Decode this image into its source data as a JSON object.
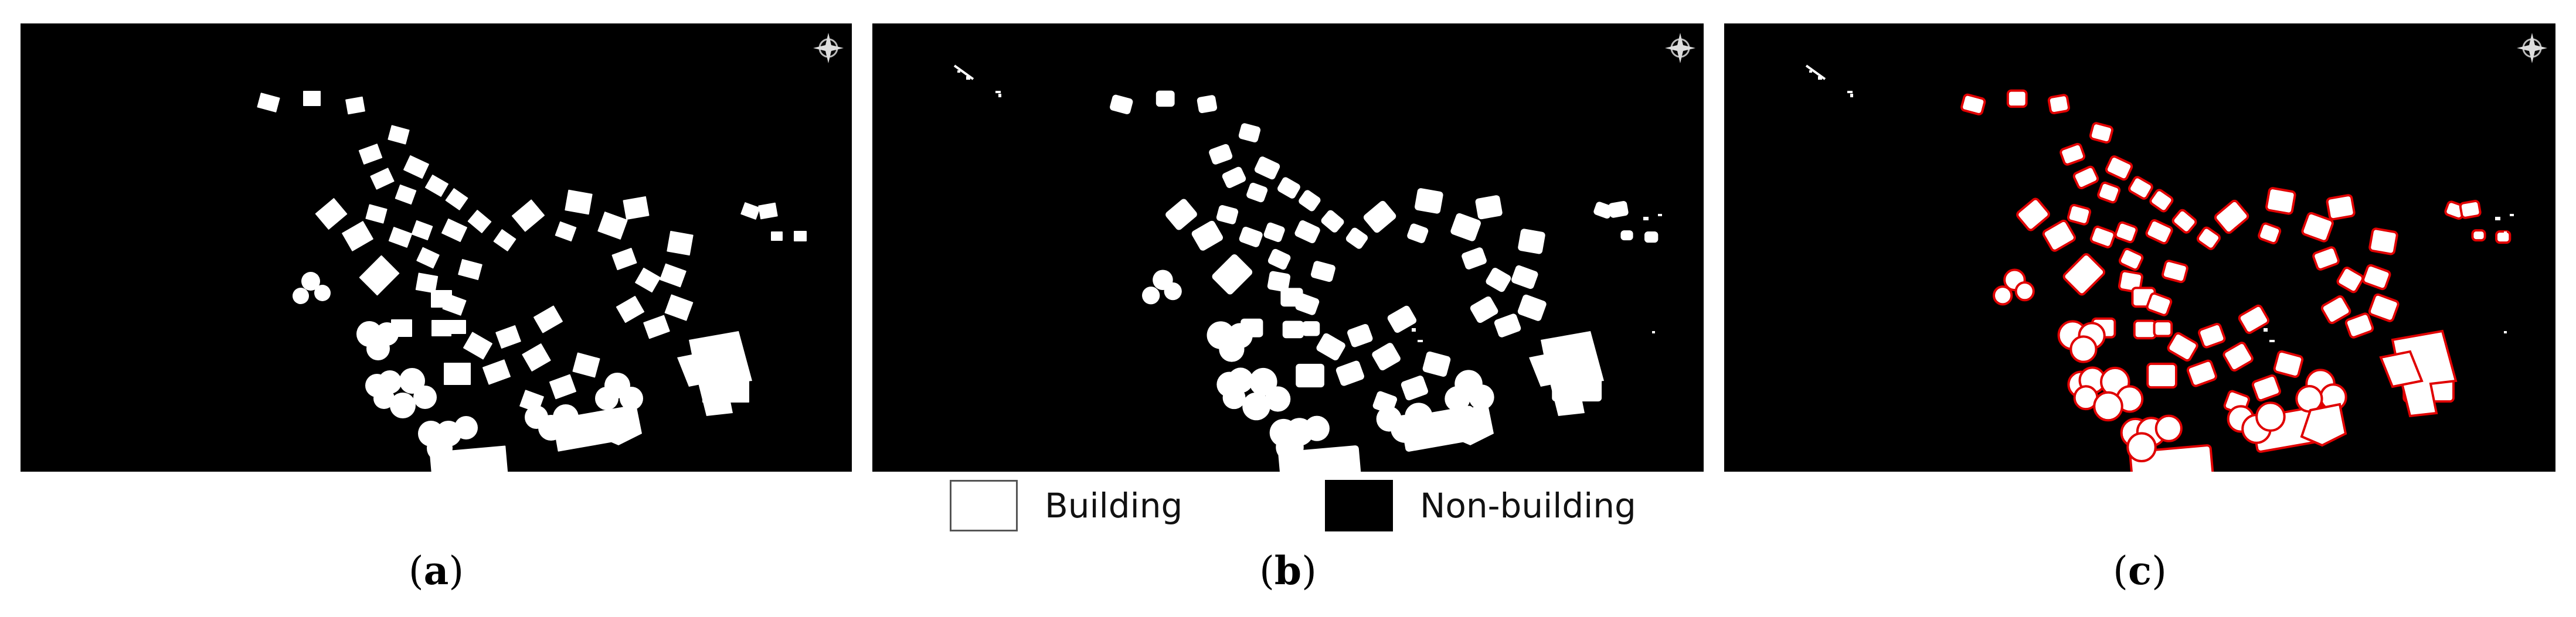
{
  "panels": [
    {
      "id": "a",
      "caption_open": "(",
      "caption_letter": "a",
      "caption_close": ")"
    },
    {
      "id": "b",
      "caption_open": "(",
      "caption_letter": "b",
      "caption_close": ")"
    },
    {
      "id": "c",
      "caption_open": "(",
      "caption_letter": "c",
      "caption_close": ")"
    }
  ],
  "legend": {
    "building_label": "Building",
    "building_color": "#ffffff",
    "nonbuilding_label": "Non-building",
    "nonbuilding_color": "#000000"
  },
  "colors": {
    "background": "#000000",
    "building": "#ffffff",
    "outline": "#e00000"
  },
  "icons": {
    "compass": "north-compass-icon"
  }
}
